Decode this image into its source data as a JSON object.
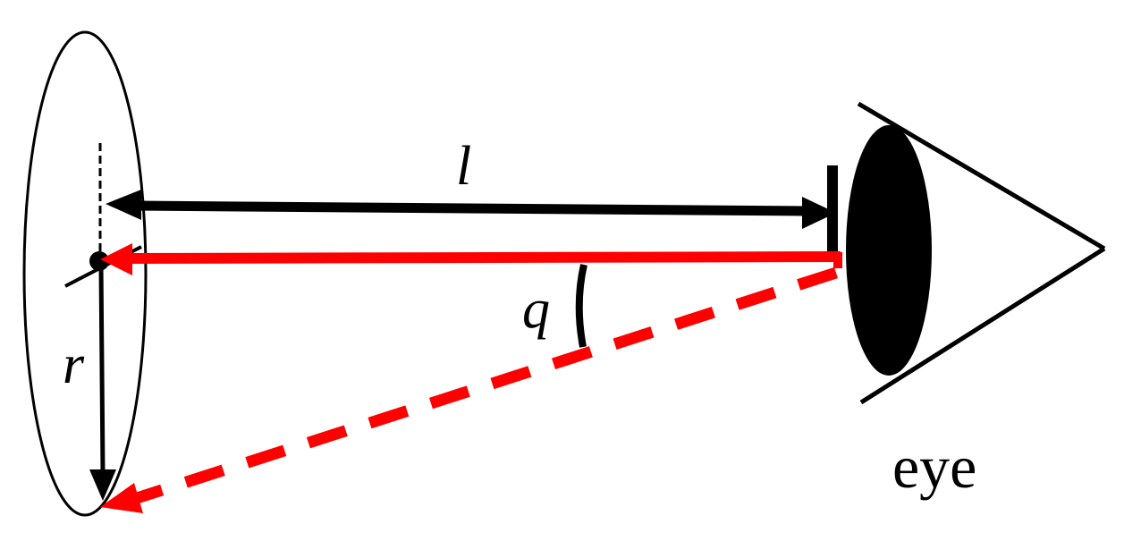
{
  "diagram": {
    "title": "",
    "labels": {
      "distance": "l",
      "angle": "q",
      "radius": "r",
      "observer": "eye"
    },
    "colors": {
      "line": "#000000",
      "ray": "#ff0000",
      "background": "#ffffff"
    },
    "elements": [
      {
        "id": "target-disk",
        "kind": "ellipse",
        "description": "circular target seen edge-on"
      },
      {
        "id": "center-point",
        "kind": "dot",
        "description": "center of target disk"
      },
      {
        "id": "distance-arrow",
        "kind": "double-arrow",
        "color": "black",
        "label": "l"
      },
      {
        "id": "central-ray",
        "kind": "arrow",
        "color": "red",
        "style": "solid"
      },
      {
        "id": "edge-ray",
        "kind": "arrow",
        "color": "red",
        "style": "dashed"
      },
      {
        "id": "radius-arrow",
        "kind": "arrow",
        "color": "black",
        "label": "r"
      },
      {
        "id": "angle-arc",
        "kind": "arc",
        "label": "q"
      },
      {
        "id": "eye",
        "kind": "eye-symbol",
        "label": "eye"
      }
    ]
  }
}
